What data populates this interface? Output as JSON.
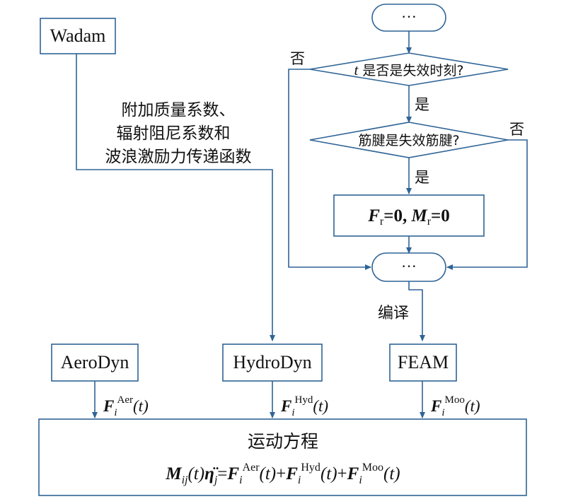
{
  "colors": {
    "line": "#2f6496",
    "text": "#111111",
    "background": "#ffffff"
  },
  "boxes": {
    "wadam": "Wadam",
    "aerodyn": "AeroDyn",
    "hydrodyn": "HydroDyn",
    "feam": "FEAM",
    "motion_title": "运动方程"
  },
  "wadam_label": [
    "附加质量系数、",
    "辐射阻尼系数和",
    "波浪激励力传递函数"
  ],
  "flow": {
    "start": "···",
    "decision1_var": "t",
    "decision1_text": " 是否是失效时刻?",
    "decision2": "筋腱是失效筋腱?",
    "yes1": "是",
    "yes2": "是",
    "no1": "否",
    "no2": "否",
    "merge": "···",
    "compile": "编译",
    "action_f": "F",
    "action_sub_r": "r",
    "action_zero": "=0, ",
    "action_m": "M",
    "action_zero2": "=0"
  },
  "forces": {
    "symbol": "F",
    "index": "i",
    "aer": "Aer",
    "hyd": "Hyd",
    "moo": "Moo",
    "arg": "(t)"
  },
  "equation": {
    "m": "M",
    "ij": "ij",
    "t": "(t)",
    "eta": "η̈",
    "j": "j",
    "eq": "=",
    "plus": "+"
  }
}
